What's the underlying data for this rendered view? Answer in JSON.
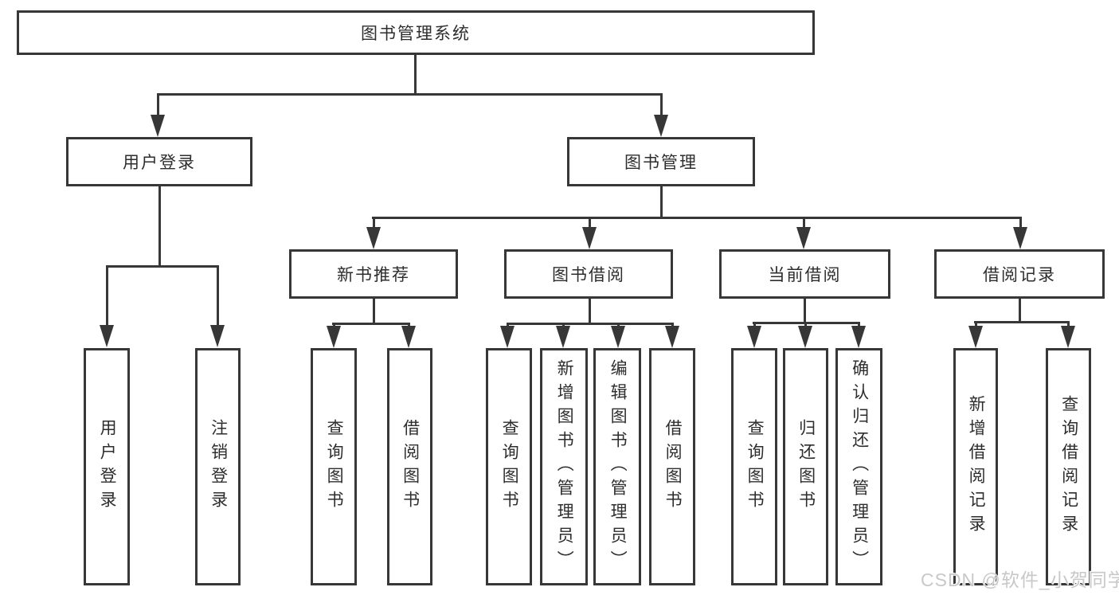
{
  "tree": {
    "root": {
      "label": "图书管理系统"
    },
    "user_login": {
      "label": "用户登录",
      "children": [
        {
          "label": "用户登录"
        },
        {
          "label": "注销登录"
        }
      ]
    },
    "book_mgmt": {
      "label": "图书管理",
      "modules": [
        {
          "label": "新书推荐",
          "children": [
            {
              "label": "查询图书"
            },
            {
              "label": "借阅图书"
            }
          ]
        },
        {
          "label": "图书借阅",
          "children": [
            {
              "label": "查询图书"
            },
            {
              "label": "新增图书（管理员）"
            },
            {
              "label": "编辑图书（管理员）"
            },
            {
              "label": "借阅图书"
            }
          ]
        },
        {
          "label": "当前借阅",
          "children": [
            {
              "label": "查询图书"
            },
            {
              "label": "归还图书"
            },
            {
              "label": "确认归还（管理员）"
            }
          ]
        },
        {
          "label": "借阅记录",
          "children": [
            {
              "label": "新增借阅记录"
            },
            {
              "label": "查询借阅记录"
            }
          ]
        }
      ]
    }
  },
  "watermark": {
    "text": "CSDN @软件_小贺同学"
  },
  "colors": {
    "line": "#373737",
    "text": "#2d2d2d",
    "watermark": "#c8c8c8",
    "background": "#ffffff"
  }
}
